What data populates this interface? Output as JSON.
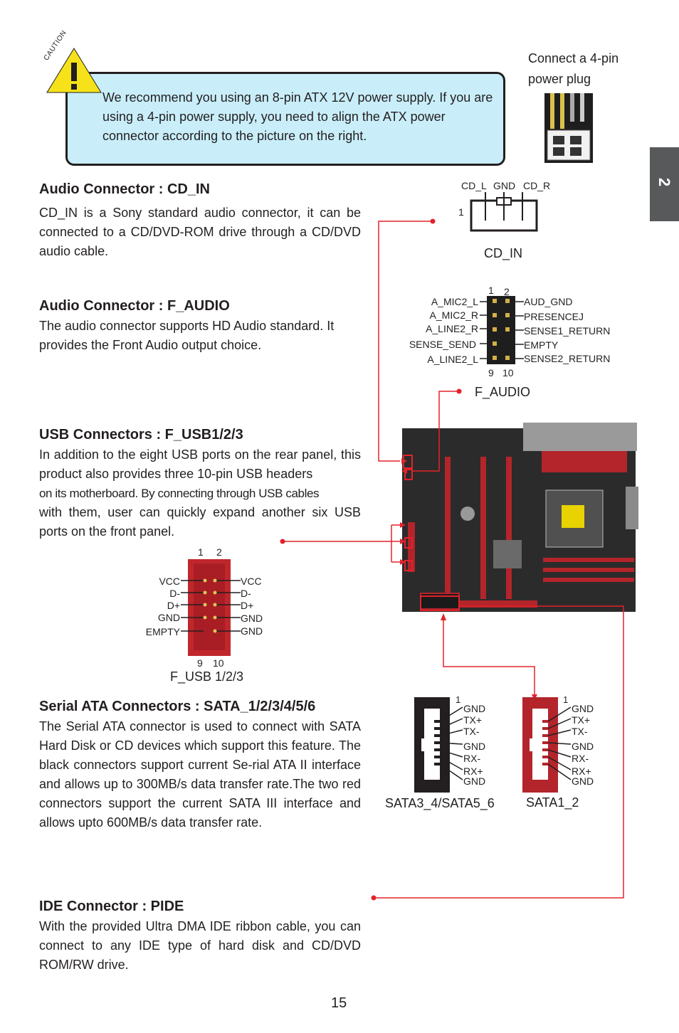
{
  "caution": {
    "icon_label": "CAUTION",
    "text": "We recommend you using an 8-pin ATX 12V power supply. If you are using a 4-pin power supply, you need to align the ATX power connector according to the picture on the right.",
    "plug_caption_1": "Connect a 4-pin",
    "plug_caption_2": "power plug"
  },
  "chapter_tab": "2",
  "sections": {
    "cd_in": {
      "title": "Audio Connector : CD_IN",
      "body": "CD_IN is a Sony standard audio connector, it can be connected to a CD/DVD-ROM drive through a CD/DVD audio cable."
    },
    "f_audio": {
      "title": "Audio Connector : F_AUDIO",
      "body": "The audio connector supports HD Audio standard. It provides the Front Audio output choice."
    },
    "f_usb": {
      "title": "USB Connectors : F_USB1/2/3",
      "body_1": "In addition to the eight USB ports on the rear panel, this product also provides three 10-pin USB headers",
      "body_2": "on its motherboard. By connecting through USB cables",
      "body_3": "with them, user can quickly expand another six USB ports on the front panel."
    },
    "sata": {
      "title": "Serial ATA Connectors : SATA_1/2/3/4/5/6",
      "body": "The Serial ATA connector is used to connect with SATA Hard Disk or CD devices which support this feature. The black connectors support current Se-rial ATA II interface and allows up to 300MB/s data transfer rate.The two red connectors support the current SATA III interface and allows upto 600MB/s data transfer rate."
    },
    "pide": {
      "title": "IDE Connector : PIDE",
      "body": "With the provided Ultra DMA IDE ribbon cable, you can connect to any IDE type of hard disk and CD/DVD ROM/RW drive."
    }
  },
  "cd_in_diagram": {
    "pins": [
      "CD_L",
      "GND",
      "CD_R"
    ],
    "pin1": "1",
    "caption": "CD_IN"
  },
  "f_audio_diagram": {
    "top_nums": [
      "1",
      "2"
    ],
    "bottom_nums": [
      "9",
      "10"
    ],
    "left_pins": [
      "A_MIC2_L",
      "A_MIC2_R",
      "A_LINE2_R",
      "SENSE_SEND",
      "A_LINE2_L"
    ],
    "right_pins": [
      "AUD_GND",
      "PRESENCEJ",
      "SENSE1_RETURN",
      "EMPTY",
      "SENSE2_RETURN"
    ],
    "caption": "F_AUDIO"
  },
  "f_usb_diagram": {
    "top_nums": [
      "1",
      "2"
    ],
    "bottom_nums": [
      "9",
      "10"
    ],
    "left_pins": [
      "VCC",
      "D-",
      "D+",
      "GND",
      "EMPTY"
    ],
    "right_pins": [
      "VCC",
      "D-",
      "D+",
      "GND",
      "GND"
    ],
    "caption": "F_USB 1/2/3"
  },
  "sata_diagram": {
    "pin1": "1",
    "pins": [
      "GND",
      "TX+",
      "TX-",
      "GND",
      "RX-",
      "RX+",
      "GND"
    ],
    "black_caption": "SATA3_4/SATA5_6",
    "red_caption": "SATA1_2"
  },
  "colors": {
    "caution_bg": "#c9eefa",
    "caution_icon": "#f5e21a",
    "pointer_line": "#e3222b",
    "board_bg": "#2b2b2b",
    "red_header": "#b3252b",
    "side_tab": "#58595b"
  },
  "page_number": "15"
}
